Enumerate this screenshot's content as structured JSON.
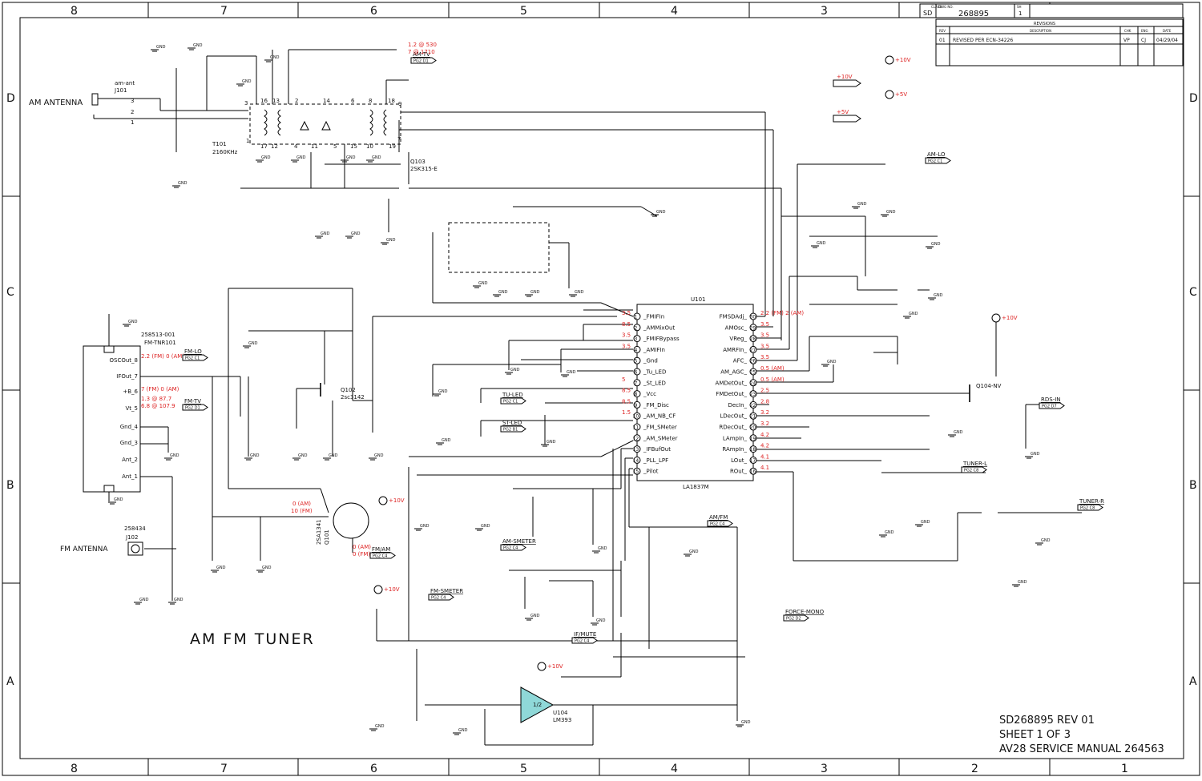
{
  "title_block": {
    "class_label": "CLASS",
    "class_value": "SD",
    "dwg_label": "DWG NO.",
    "dwg_no": "268895",
    "sh_label": "SH",
    "sh_value": "1",
    "revisions_label": "REVISIONS",
    "rev_headers": [
      "REV",
      "DESCRIPTION",
      "CHK",
      "ENG",
      "DATE"
    ],
    "rev_row": [
      "01",
      "REVISED PER ECN-34226",
      "VP",
      "CJ",
      "04/29/04"
    ]
  },
  "zones": {
    "columns": [
      "8",
      "7",
      "6",
      "5",
      "4",
      "3",
      "2",
      "1"
    ],
    "rows": [
      "D",
      "C",
      "B",
      "A"
    ]
  },
  "heading": "AM FM TUNER",
  "footer": [
    "SD268895 REV 01",
    "SHEET 1 OF 3",
    "AV28 SERVICE MANUAL 264563"
  ],
  "ic": {
    "ref": "U101",
    "part": "LA1837M",
    "left_pins": [
      {
        "n": "1",
        "name": "_FMIFIn",
        "v": "3.5"
      },
      {
        "n": "2",
        "name": "_AMMixOut",
        "v": "8.5"
      },
      {
        "n": "3",
        "name": "_FMIFBypass",
        "v": "3.5"
      },
      {
        "n": "4",
        "name": "_AMIFIn",
        "v": "3.5"
      },
      {
        "n": "5",
        "name": "_Gnd",
        "v": ""
      },
      {
        "n": "6",
        "name": "_Tu_LED",
        "v": ""
      },
      {
        "n": "7",
        "name": "_St_LED",
        "v": "5"
      },
      {
        "n": "8",
        "name": "_Vcc",
        "v": "8.5"
      },
      {
        "n": "9",
        "name": "_FM_Disc",
        "v": "8.5"
      },
      {
        "n": "10",
        "name": "_AM_NB_CF",
        "v": "1.5"
      },
      {
        "n": "11",
        "name": "_FM_SMeter",
        "v": ""
      },
      {
        "n": "12",
        "name": "_AM_SMeter",
        "v": ""
      },
      {
        "n": "13",
        "name": "_IFBufOut",
        "v": ""
      },
      {
        "n": "14",
        "name": "_PLL_LPF",
        "v": ""
      },
      {
        "n": "15",
        "name": "_Pilot",
        "v": ""
      }
    ],
    "right_pins": [
      {
        "n": "30",
        "name": "FMSDAdj_",
        "v": "2.2 (FM) 2 (AM)"
      },
      {
        "n": "29",
        "name": "AMOsc_",
        "v": "3.5"
      },
      {
        "n": "28",
        "name": "VReg_",
        "v": "3.5"
      },
      {
        "n": "27",
        "name": "AMRFIn_",
        "v": "3.5"
      },
      {
        "n": "26",
        "name": "AFC_",
        "v": "3.5"
      },
      {
        "n": "25",
        "name": "AM_AGC_",
        "v": "0.5 (AM)"
      },
      {
        "n": "24",
        "name": "AMDetOut_",
        "v": "0.5 (AM)"
      },
      {
        "n": "23",
        "name": "FMDetOut_",
        "v": "2.5"
      },
      {
        "n": "22",
        "name": "DecIn_",
        "v": "2.8"
      },
      {
        "n": "21",
        "name": "LDecOut_",
        "v": "3.2"
      },
      {
        "n": "20",
        "name": "RDecOut_",
        "v": "3.2"
      },
      {
        "n": "19",
        "name": "LAmpIn_",
        "v": "4.2"
      },
      {
        "n": "18",
        "name": "RAmpIn_",
        "v": "4.2"
      },
      {
        "n": "17",
        "name": "LOut_",
        "v": "4.1"
      },
      {
        "n": "16",
        "name": "ROut_",
        "v": "4.1"
      }
    ]
  },
  "tuner_module": {
    "part_no": "258513-001",
    "ref": "FM-TNR101",
    "pins": [
      "OSCOut_8",
      "IFOut_7",
      "+B_6",
      "Vt_5",
      "Gnd_4",
      "Gnd_3",
      "Ant_2",
      "Ant_1"
    ],
    "annotations": [
      "2.2 (FM) 0 (AM)",
      "7 (FM) 0 (AM)",
      "1.3 @ 87.7",
      "6.8 @ 107.9"
    ]
  },
  "supplies": [
    "+10V",
    "+5V"
  ],
  "ports": [
    {
      "label": "AM-TV",
      "ref": "PG2 D1"
    },
    {
      "label": "AM-LO",
      "ref": "PG2 C1"
    },
    {
      "label": "FM-LO",
      "ref": "PG2 C1"
    },
    {
      "label": "FM-TV",
      "ref": "PG2 D1"
    },
    {
      "label": "TU-LED",
      "ref": "PG2 C1"
    },
    {
      "label": "ST-LED",
      "ref": "PG2 B1"
    },
    {
      "label": "RDS-IN",
      "ref": "PG2 D7"
    },
    {
      "label": "TUNER-L",
      "ref": "PG2 C8"
    },
    {
      "label": "TUNER-R",
      "ref": "PG2 C8"
    },
    {
      "label": "AM/FM",
      "ref": "PG2 C4"
    },
    {
      "label": "FM/AM",
      "ref": "PG2 C4"
    },
    {
      "label": "AM-SMETER",
      "ref": "PG2 C4"
    },
    {
      "label": "FM-SMETER",
      "ref": "PG2 C4"
    },
    {
      "label": "IF/MUTE",
      "ref": "PG2 C4"
    },
    {
      "label": "FORCE-MONO",
      "ref": "PG2 D2"
    }
  ],
  "connectors": {
    "am": {
      "label": "AM ANTENNA",
      "ref": "J101",
      "sub": "am-ant"
    },
    "fm": {
      "label": "FM ANTENNA",
      "ref": "J102",
      "sub": "258434"
    }
  },
  "notes": {
    "r108_v": [
      "1.2 @ 530",
      "7 @ 1710"
    ],
    "q101_v": [
      "0 (AM)",
      "10 (FM)",
      "0 (AM)",
      "0 (FM)"
    ]
  }
}
